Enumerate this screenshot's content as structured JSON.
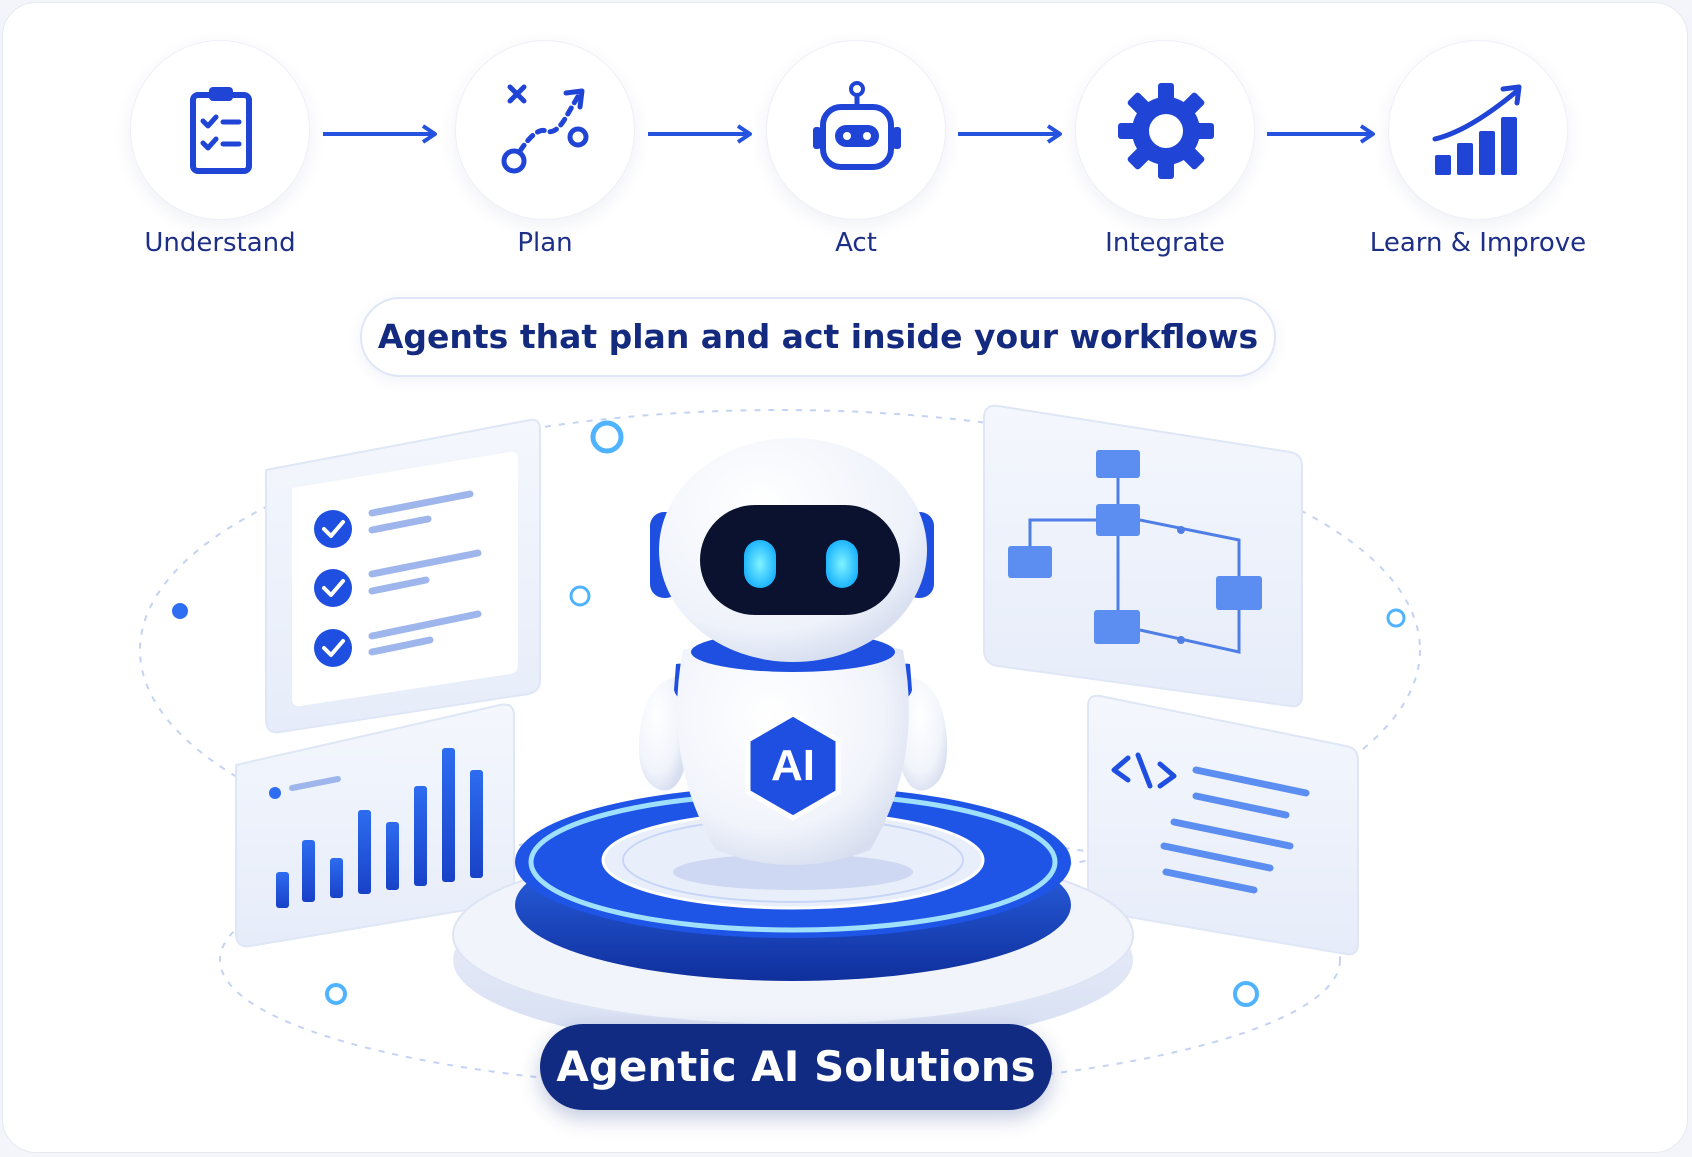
{
  "steps": [
    {
      "label": "Understand",
      "icon": "clipboard-checklist-icon"
    },
    {
      "label": "Plan",
      "icon": "strategy-plan-icon"
    },
    {
      "label": "Act",
      "icon": "robot-head-icon"
    },
    {
      "label": "Integrate",
      "icon": "gear-icon"
    },
    {
      "label": "Learn & Improve",
      "icon": "growth-chart-icon"
    }
  ],
  "tagline": "Agents that plan and act inside your workflows",
  "robot_badge": "AI",
  "title_badge": "Agentic AI Solutions",
  "colors": {
    "brand_navy": "#112a82",
    "accent_blue": "#1f4fe0",
    "light_blue": "#4f86f0",
    "panel_bg": "#eef2fb"
  }
}
